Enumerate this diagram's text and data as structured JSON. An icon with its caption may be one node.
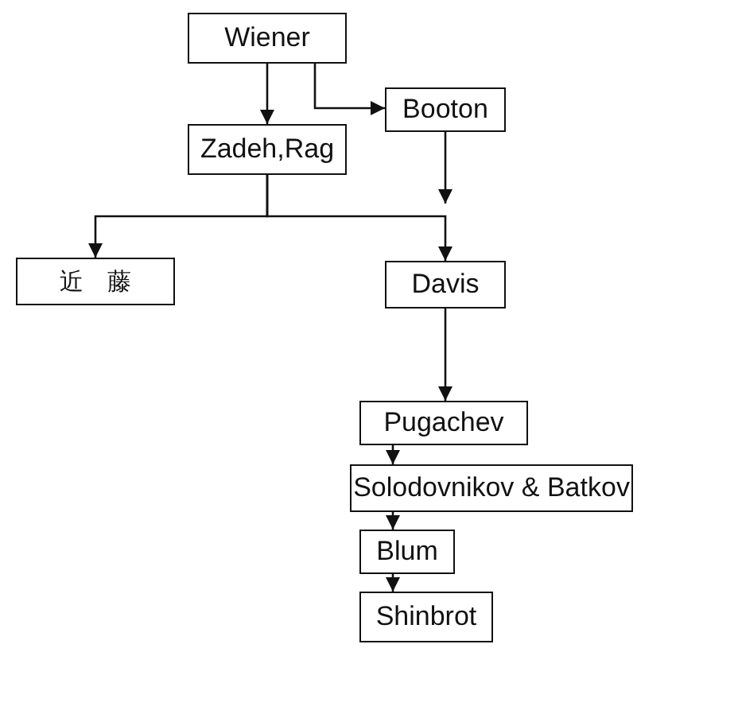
{
  "diagram": {
    "nodes": [
      {
        "text": [
          "Wiener"
        ]
      },
      {
        "text": [
          "Booton"
        ]
      },
      {
        "text": [
          "Zadeh,Rag"
        ]
      },
      {
        "text": [
          "近藤"
        ]
      },
      {
        "text": [
          "Davis"
        ]
      },
      {
        "text": [
          "Pugachev"
        ]
      },
      {
        "text": [
          "Solodovnikov & Batkov"
        ]
      },
      {
        "text": [
          "Blum"
        ]
      },
      {
        "text": [
          "Shinbrot"
        ]
      }
    ],
    "edges": [
      {
        "from": 0,
        "to": 2,
        "arrow": "to"
      },
      {
        "from": 0,
        "to": 1,
        "arrow": "to"
      },
      {
        "from": 1,
        "to": null,
        "arrow": "to"
      },
      {
        "from": 2,
        "to": 3,
        "arrow": "to"
      },
      {
        "from": 2,
        "to": 4,
        "arrow": "to"
      },
      {
        "from": 4,
        "to": 5,
        "arrow": "to"
      },
      {
        "from": 5,
        "to": 6,
        "arrow": "to"
      },
      {
        "from": 6,
        "to": 7,
        "arrow": "to"
      },
      {
        "from": 7,
        "to": 8,
        "arrow": "to"
      }
    ]
  }
}
